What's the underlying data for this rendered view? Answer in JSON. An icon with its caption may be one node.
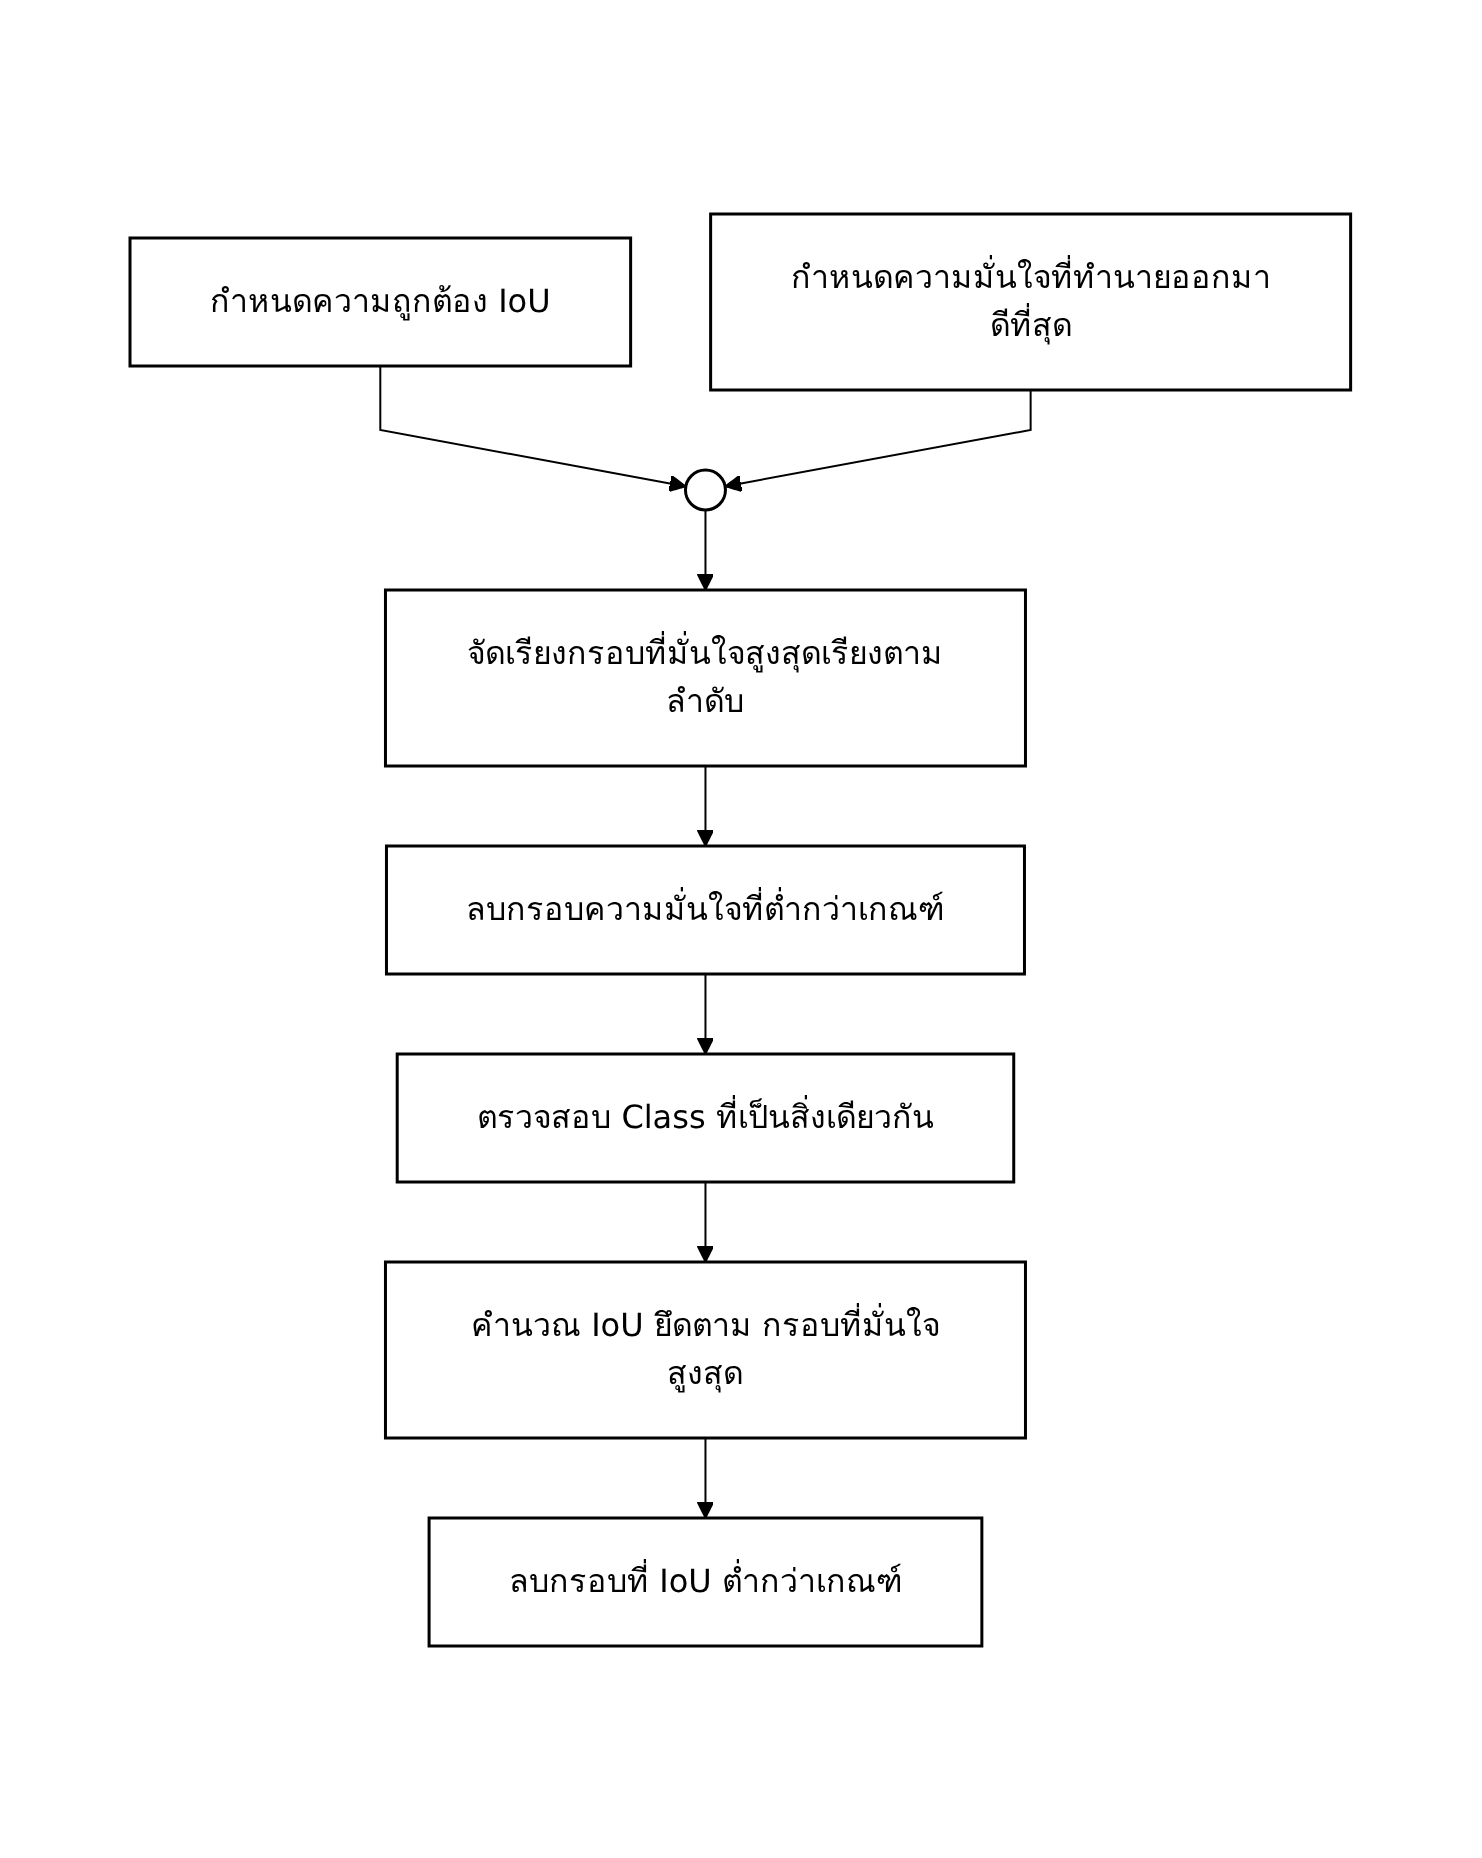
{
  "diagram": {
    "nodes": [
      {
        "text": [
          "กำหนดความถูกต้อง IoU"
        ]
      },
      {
        "text": [
          "กำหนดความมั่นใจที่ทำนายออกมาดีที่สุด"
        ]
      },
      {
        "text": [],
        "shape": "circle"
      },
      {
        "text": [
          "จัดเรียงกรอบที่มั่นใจสูงสุดเรียงตามลำดับ"
        ]
      },
      {
        "text": [
          "ลบกรอบความมั่นใจที่ต่ำกว่าเกณฑ์"
        ]
      },
      {
        "text": [
          "ตรวจสอบ Class ที่เป็นสิ่งเดียวกัน"
        ]
      },
      {
        "text": [
          "คำนวณ IoU ยึดตาม กรอบที่มั่นใจสูงสุด"
        ]
      },
      {
        "text": [
          "ลบกรอบที่ IoU ต่ำกว่าเกณฑ์"
        ]
      }
    ],
    "edges": [
      {
        "from": 0,
        "to": 2,
        "arrow": "to"
      },
      {
        "from": 1,
        "to": 2,
        "arrow": "to"
      },
      {
        "from": 2,
        "to": 3,
        "arrow": "to"
      },
      {
        "from": 3,
        "to": 4,
        "arrow": "to"
      },
      {
        "from": 4,
        "to": 5,
        "arrow": "to"
      },
      {
        "from": 5,
        "to": 6,
        "arrow": "to"
      },
      {
        "from": 6,
        "to": 7,
        "arrow": "to"
      }
    ]
  }
}
